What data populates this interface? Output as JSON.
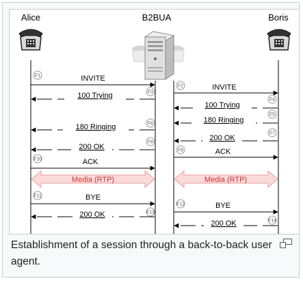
{
  "participants": [
    {
      "name": "Alice",
      "icon": "phone-icon"
    },
    {
      "name": "B2BUA",
      "icon": "server-icon"
    },
    {
      "name": "Boris",
      "icon": "phone-icon"
    }
  ],
  "messages_left": [
    {
      "step": "F1",
      "label": "INVITE",
      "direction": "right"
    },
    {
      "step": "F3",
      "label": "100 Trying",
      "direction": "left"
    },
    {
      "step": "F6",
      "label": "180 Ringing",
      "direction": "left"
    },
    {
      "step": "F8",
      "label": "200 OK",
      "direction": "left"
    },
    {
      "step": "F10",
      "label": "ACK",
      "direction": "right"
    },
    {
      "step": "",
      "label": "Media (RTP)",
      "direction": "both"
    },
    {
      "step": "F11",
      "label": "BYE",
      "direction": "right"
    },
    {
      "step": "F13",
      "label": "200 OK",
      "direction": "left"
    }
  ],
  "messages_right": [
    {
      "step": "F2",
      "label": "INVITE",
      "direction": "right"
    },
    {
      "step": "F4",
      "label": "100 Trying",
      "direction": "left"
    },
    {
      "step": "F5",
      "label": "180 Ringing",
      "direction": "left"
    },
    {
      "step": "F7",
      "label": "200 OK",
      "direction": "left"
    },
    {
      "step": "F9",
      "label": "ACK",
      "direction": "right"
    },
    {
      "step": "",
      "label": "Media (RTP)",
      "direction": "both"
    },
    {
      "step": "F12",
      "label": "BYE",
      "direction": "right"
    },
    {
      "step": "F14",
      "label": "200 OK",
      "direction": "left"
    }
  ],
  "caption": "Establishment of a session through a back-to-back user agent.",
  "colors": {
    "media_fill": "#fbdada",
    "media_stroke": "#e8a0a0",
    "media_text": "#cc3333",
    "lifeline": "#000000"
  }
}
